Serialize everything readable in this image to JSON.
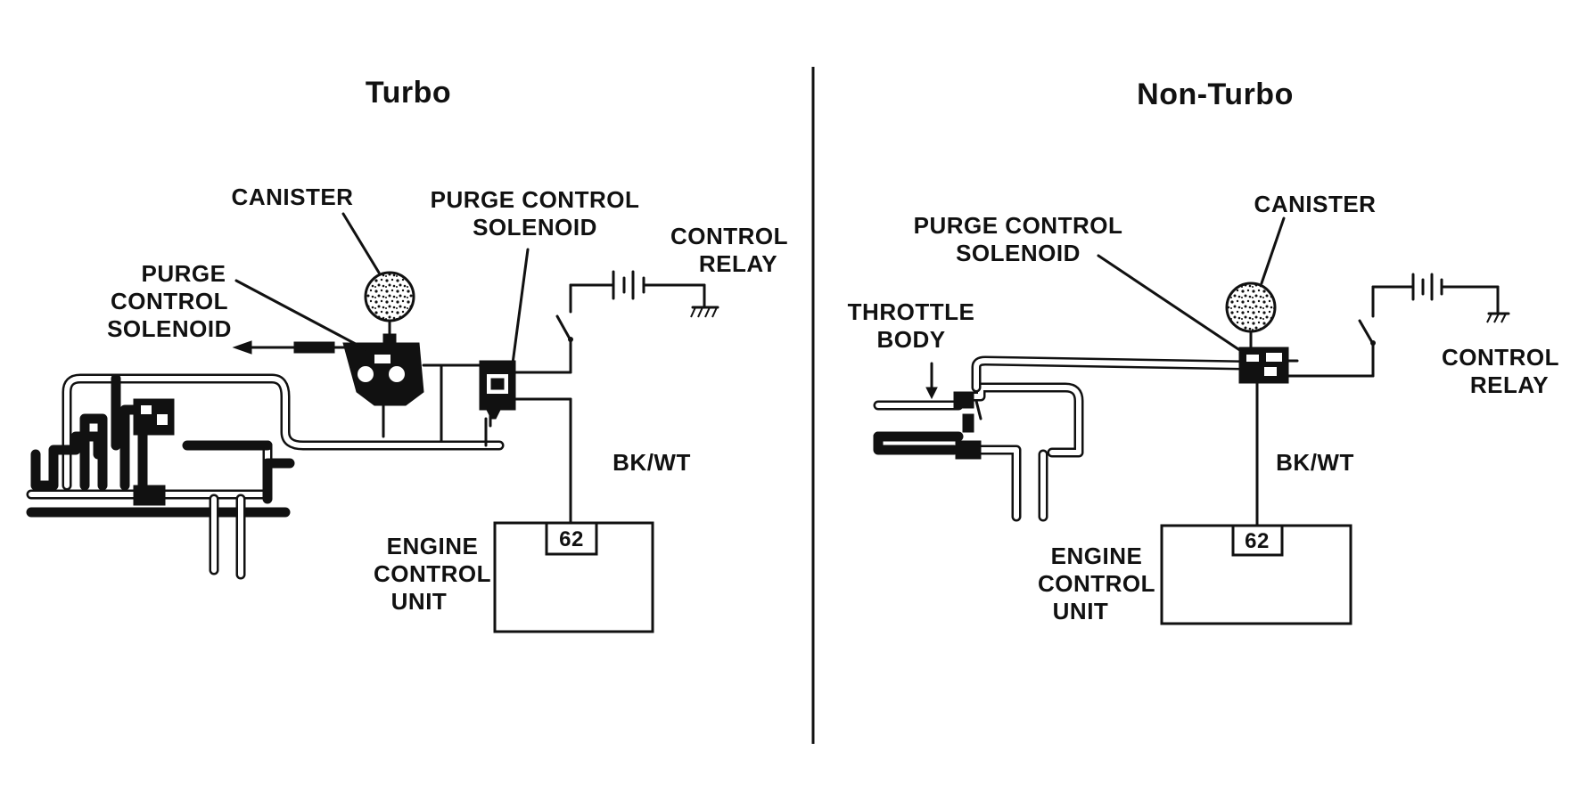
{
  "turbo": {
    "title": "Turbo",
    "canister": "CANISTER",
    "purge_left": [
      "PURGE",
      "CONTROL",
      "SOLENOID"
    ],
    "purge_top": [
      "PURGE CONTROL",
      "SOLENOID"
    ],
    "relay": [
      "CONTROL",
      "RELAY"
    ],
    "wire": "BK/WT",
    "ecu": [
      "ENGINE",
      "CONTROL",
      "UNIT"
    ],
    "pin": "62"
  },
  "nonturbo": {
    "title": "Non-Turbo",
    "canister": "CANISTER",
    "purge": [
      "PURGE CONTROL",
      "SOLENOID"
    ],
    "throttle": [
      "THROTTLE",
      "BODY"
    ],
    "relay": [
      "CONTROL",
      "RELAY"
    ],
    "wire": "BK/WT",
    "ecu": [
      "ENGINE",
      "CONTROL",
      "UNIT"
    ],
    "pin": "62"
  },
  "colors": {
    "ink": "#111111",
    "paper": "#ffffff"
  }
}
